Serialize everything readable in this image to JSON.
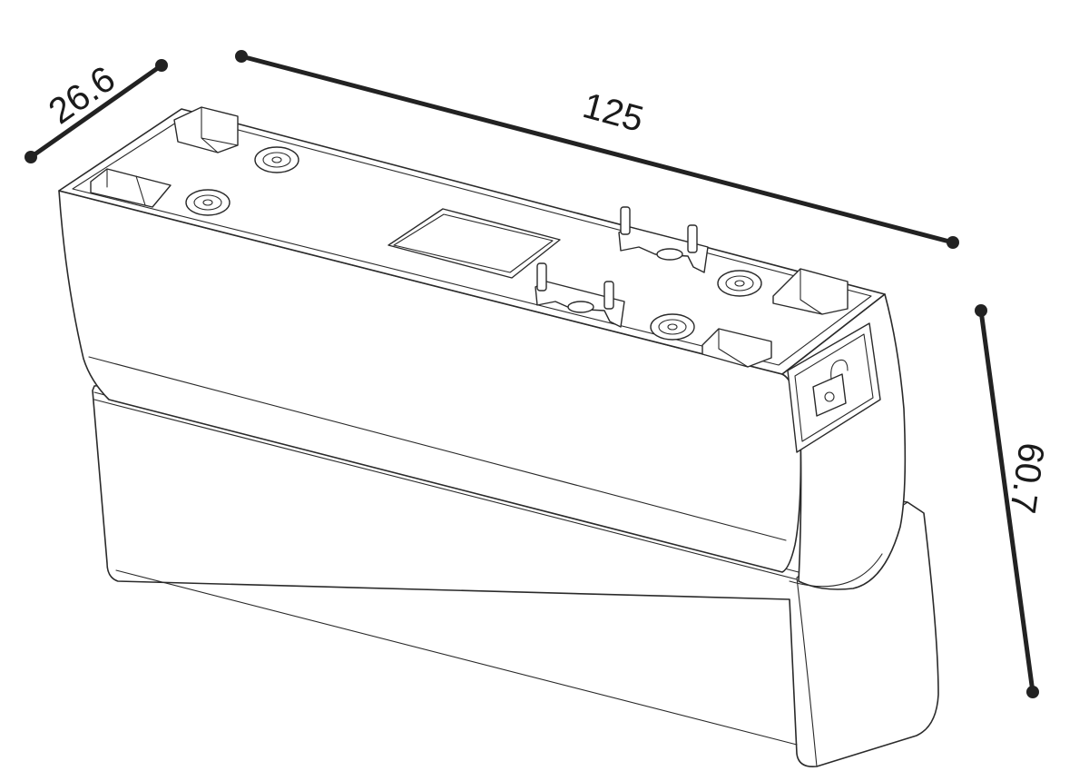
{
  "dimensions": {
    "depth": "26.6",
    "length": "125",
    "height": "60.7"
  },
  "icons": {
    "lock": "unlocked-padlock-icon",
    "screws": "screw-head-icon",
    "pins": "contact-pin-icon"
  },
  "colors": {
    "line": "#2a2a2a",
    "dimension": "#222222",
    "background": "#ffffff"
  }
}
